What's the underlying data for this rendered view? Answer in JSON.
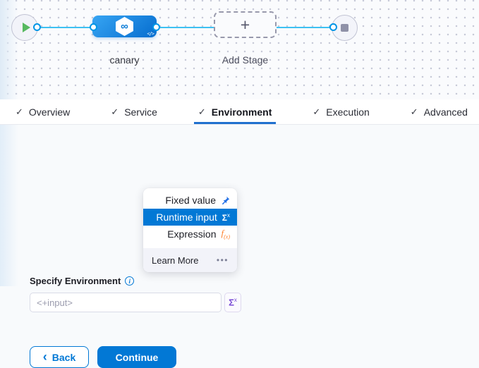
{
  "pipeline_canvas": {
    "stage_name": "canary",
    "add_stage_label": "Add Stage",
    "add_stage_plus": "+",
    "stage_icon_glyph": "∞",
    "code_icon_glyph": "</>"
  },
  "tabs": {
    "check_glyph": "✓",
    "items": [
      {
        "label": "Overview",
        "active": false
      },
      {
        "label": "Service",
        "active": false
      },
      {
        "label": "Environment",
        "active": true
      },
      {
        "label": "Execution",
        "active": false
      },
      {
        "label": "Advanced",
        "active": false
      }
    ]
  },
  "environment_form": {
    "label": "Specify Environment",
    "info_icon_glyph": "i",
    "input_placeholder": "<+input>",
    "input_value": "",
    "type_button": {
      "sigma": "Σ",
      "sup": "x"
    }
  },
  "footer_buttons": {
    "back_chevron": "‹",
    "back_label": "Back",
    "continue_label": "Continue"
  },
  "input_type_dropdown": {
    "items": [
      {
        "label": "Fixed value",
        "icon": "pin-icon",
        "selected": false
      },
      {
        "label": "Runtime input",
        "icon": "sigma-icon",
        "selected": true,
        "sigma": "Σ",
        "sup": "x"
      },
      {
        "label": "Expression",
        "icon": "fx-icon",
        "selected": false,
        "f": "f",
        "sub": "(x)"
      }
    ],
    "footer_label": "Learn More",
    "footer_more": "•••"
  },
  "colors": {
    "primary_blue": "#0278D5",
    "node_gradient_start": "#37A5F3",
    "node_gradient_end": "#0A72D2",
    "connector_line_blue": "#3EC1F2",
    "active_tab_underline": "#2070CE",
    "runtime_sigma_purple": "#7A4BD6",
    "expression_orange": "#FF7F29",
    "play_green": "#57B95F",
    "stop_gray": "#8F91A8"
  }
}
